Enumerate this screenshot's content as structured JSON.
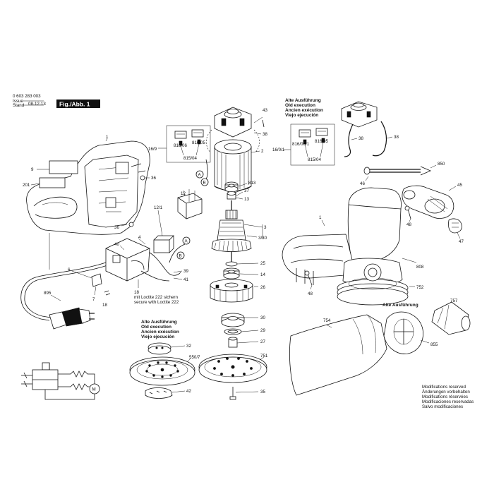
{
  "header": {
    "doc_number": "0 603 283 003",
    "issue_label_1": "Issue",
    "issue_label_2": "Stand",
    "date": "08-12-13",
    "fig_label": "Fig./Abb. 1"
  },
  "old_execution_top": {
    "lines": [
      "Alte Ausführung",
      "Old execution",
      "Ancien exécution",
      "Viejo ejecución"
    ]
  },
  "old_execution_pad": {
    "lines": [
      "Alte Ausführung",
      "Old execution",
      "Ancien exécution",
      "Viejo ejecución"
    ]
  },
  "old_execution_bag": {
    "lines": [
      "Alte Ausführung",
      "Old execution",
      "Ancien exécution",
      "Viejo ejecución"
    ]
  },
  "loctite_note": {
    "lines": [
      "mit Loctite 222 sichern",
      "secure with Loctite 222"
    ]
  },
  "modifications": {
    "lines": [
      "Modifications reserved",
      "Änderungen vorbehalten",
      "Modifications réservées",
      "Modificaciones reservadas",
      "Salvo modificaciones"
    ]
  },
  "labels": {
    "p1": "1",
    "p9": "9",
    "p201": "201",
    "p36a": "36",
    "p36b": "36",
    "p12": "12",
    "p121": "12/1",
    "p4": "4",
    "p40": "40",
    "p39": "39",
    "p41": "41",
    "p18a": "18",
    "p18b": "18",
    "p7": "7",
    "p6": "6",
    "p895": "895",
    "p43": "43",
    "p38a": "38",
    "p2": "2",
    "p169": "16/9",
    "p81606a": "816/06",
    "p81605a": "816/05",
    "p81504a": "815/04",
    "pA1": "A",
    "pB1": "B",
    "p813": "813",
    "p37": "37",
    "p13": "13",
    "p3": "3",
    "p330": "3/30",
    "p25": "25",
    "p14": "14",
    "p26": "26",
    "p30": "30",
    "p29": "29",
    "p27": "27",
    "p751": "751",
    "p35": "35",
    "p32": "32",
    "p5507": "550/7",
    "p42": "42",
    "pA2": "A",
    "pB2": "B",
    "p1601": "16/0/1",
    "p81606b": "816/06/1",
    "p81605b": "816/05",
    "p81504b": "815/04",
    "p38b": "38",
    "p38c": "38",
    "p850": "850",
    "p46": "46",
    "p45": "45",
    "p48a": "48",
    "p48b": "48",
    "p47": "47",
    "p1b": "1",
    "p808": "808",
    "p752": "752",
    "p757": "757",
    "p754": "754",
    "p855": "855"
  }
}
